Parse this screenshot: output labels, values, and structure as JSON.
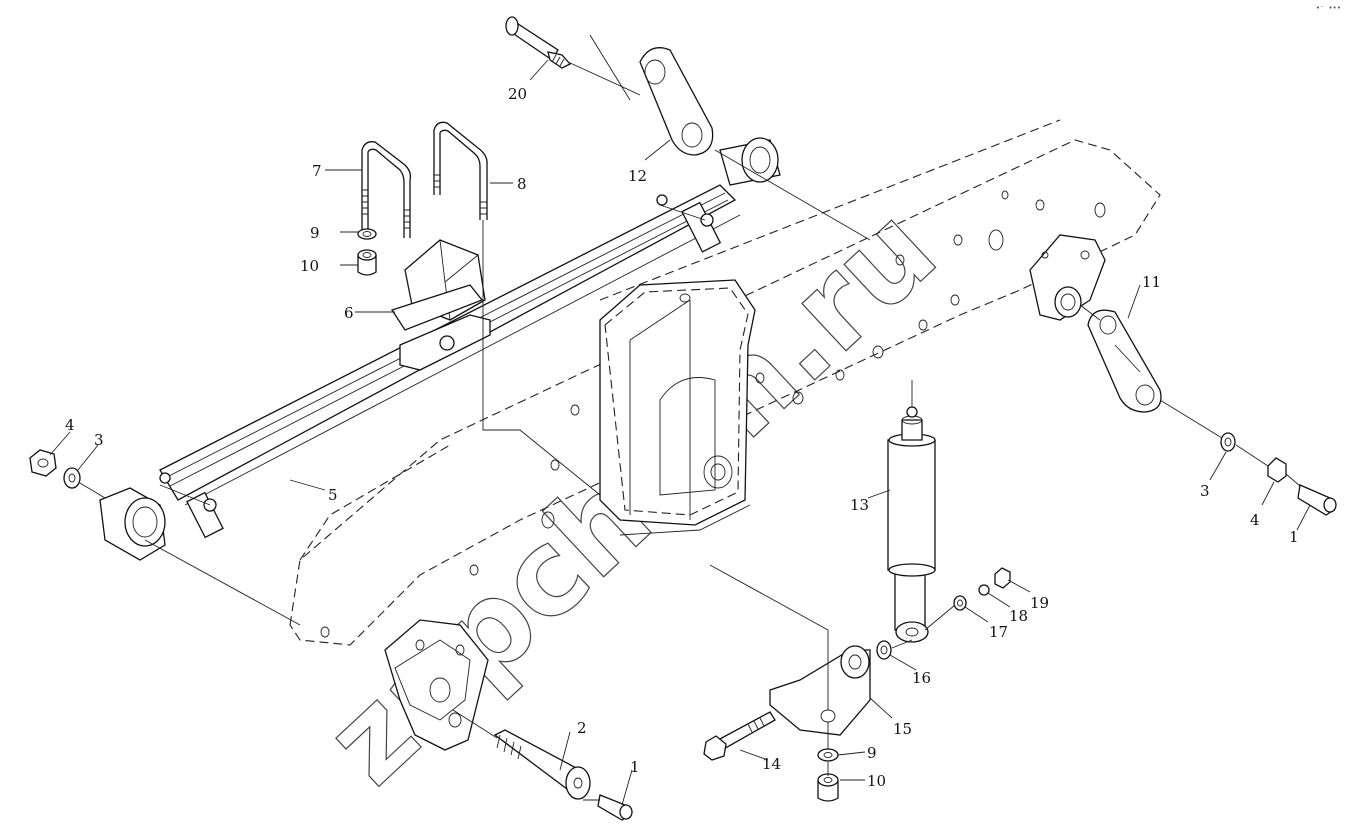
{
  "corner_mark": "•⁻ •••",
  "watermark": "zapcham.ru",
  "callouts": {
    "c1a": "1",
    "c1b": "1",
    "c2": "2",
    "c3a": "3",
    "c3b": "3",
    "c4a": "4",
    "c4b": "4",
    "c5": "5",
    "c6": "6",
    "c7": "7",
    "c8": "8",
    "c9a": "9",
    "c9b": "9",
    "c10a": "10",
    "c10b": "10",
    "c11": "11",
    "c12": "12",
    "c13": "13",
    "c14": "14",
    "c15": "15",
    "c16": "16",
    "c17": "17",
    "c18": "18",
    "c19": "19",
    "c20": "20"
  }
}
